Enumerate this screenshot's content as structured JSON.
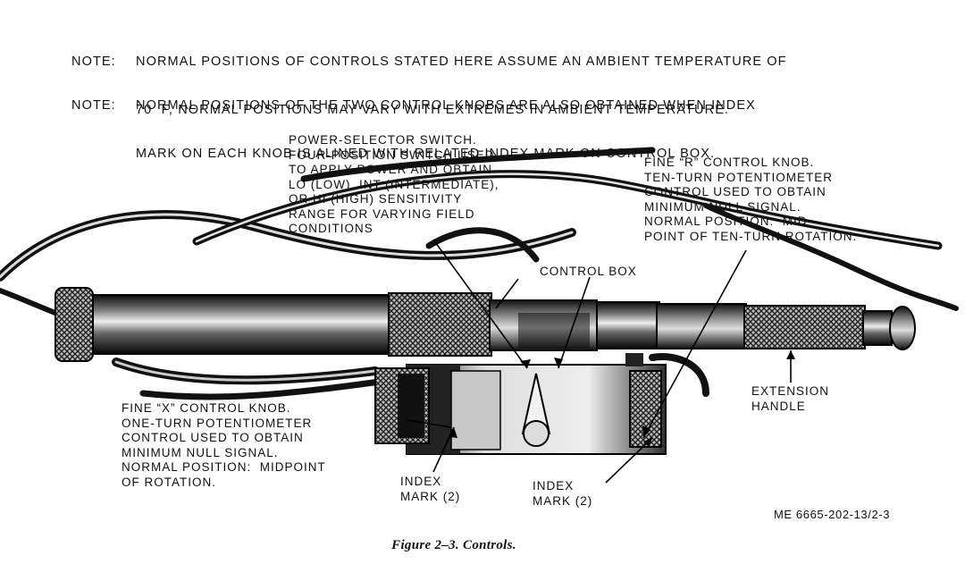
{
  "notes": [
    {
      "label": "NOTE:",
      "line1": "NORMAL POSITIONS OF CONTROLS STATED HERE ASSUME AN AMBIENT TEMPERATURE OF",
      "line2": "70  F, NORMAL POSITIONS MAY VARY WITH EXTREMES IN AMBIENT TEMPERATURE."
    },
    {
      "label": "NOTE:",
      "line1": "NORMAL POSITIONS OF THE TWO CONTROL KNOBS ARE ALSO OBTAINED WHEN INDEX",
      "line2": "MARK ON EACH KNOB IS ALINED WITH RELATED INDEX MARK ON CONTROL BOX."
    }
  ],
  "callouts": {
    "power_selector": "POWER-SELECTOR SWITCH.\nFOUR-POSITION SWITCH USED\nTO APPLY POWER AND OBTAIN\nLO (LOW), INT (INTERMEDIATE),\nOR HI (HIGH) SENSITIVITY\nRANGE FOR VARYING FIELD\nCONDITIONS",
    "fine_r": "FINE “R” CONTROL KNOB.\nTEN-TURN POTENTIOMETER\nCONTROL USED TO OBTAIN\nMINIMUM NULL SIGNAL.\nNORMAL POSITION:  MID-\nPOINT OF TEN-TURN ROTATION.",
    "control_box": "CONTROL BOX",
    "fine_x": "FINE “X” CONTROL KNOB.\nONE-TURN POTENTIOMETER\nCONTROL USED TO OBTAIN\nMINIMUM NULL SIGNAL.\nNORMAL POSITION:  MIDPOINT\nOF ROTATION.",
    "extension_handle": "EXTENSION\nHANDLE",
    "index_mark_left": "INDEX\nMARK (2)",
    "index_mark_right": "INDEX\nMARK (2)"
  },
  "figure_id": "ME 6665-202-13/2-3",
  "caption": "Figure 2–3. Controls."
}
